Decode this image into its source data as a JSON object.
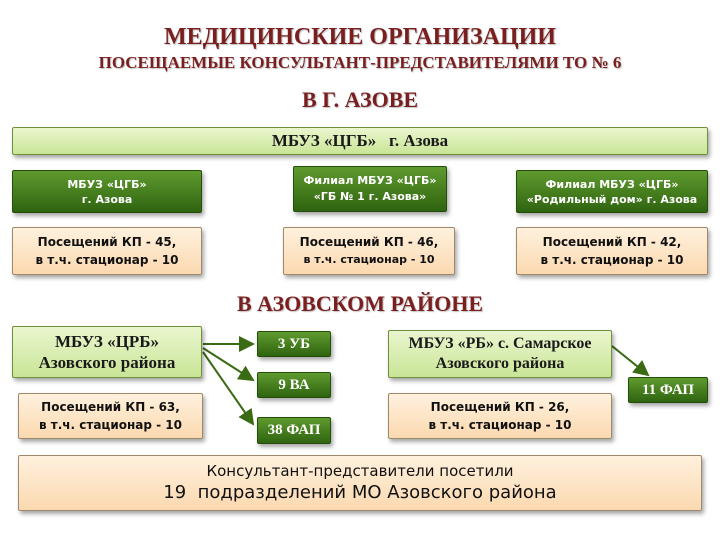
{
  "title": {
    "line1": "Медицинские организации",
    "line2": "посещаемые консультант-представителями ТО № 6",
    "city_heading": "В г. Азове",
    "district_heading": "В Азовском районе"
  },
  "city": {
    "main_org": "МБУЗ «ЦГБ»   г. Азова",
    "branches": [
      {
        "name_line1": "МБУЗ «ЦГБ»",
        "name_line2": "г. Азова",
        "visits_line1": "Посещений КП - 45,",
        "visits_line2": "в т.ч. стационар - 10"
      },
      {
        "name_line1": "Филиал МБУЗ «ЦГБ»",
        "name_line2": "«ГБ № 1 г. Азова»",
        "visits_line1": "Посещений  КП - 46,",
        "visits_line2": "в т.ч. стационар - 10"
      },
      {
        "name_line1": "Филиал МБУЗ «ЦГБ»",
        "name_line2": "«Родильный дом» г. Азова",
        "visits_line1": "Посещений КП - 42,",
        "visits_line2": "в т.ч. стационар - 10"
      }
    ]
  },
  "district": {
    "crb": {
      "name_line1": "МБУЗ «ЦРБ»",
      "name_line2": "Азовского района",
      "visits_line1": "Посещений КП - 63,",
      "visits_line2": "в т.ч. стационар - 10"
    },
    "crb_units": [
      "3 УБ",
      "9 ВА",
      "38 ФАП"
    ],
    "rb": {
      "name_line1": "МБУЗ «РБ» с. Самарское",
      "name_line2": "Азовского района",
      "visits_line1": "Посещений КП - 26,",
      "visits_line2": "в т.ч. стационар - 10"
    },
    "rb_units": [
      "11 ФАП"
    ]
  },
  "summary": {
    "line1": "Консультант-представители посетили",
    "line2": "19  подразделений МО Азовского района"
  },
  "colors": {
    "title": "#7a1f1f",
    "dark_green": "#2f6410",
    "light_green": "#c9e596",
    "peach": "#fbd9b0",
    "arrow": "#3a6a14"
  }
}
